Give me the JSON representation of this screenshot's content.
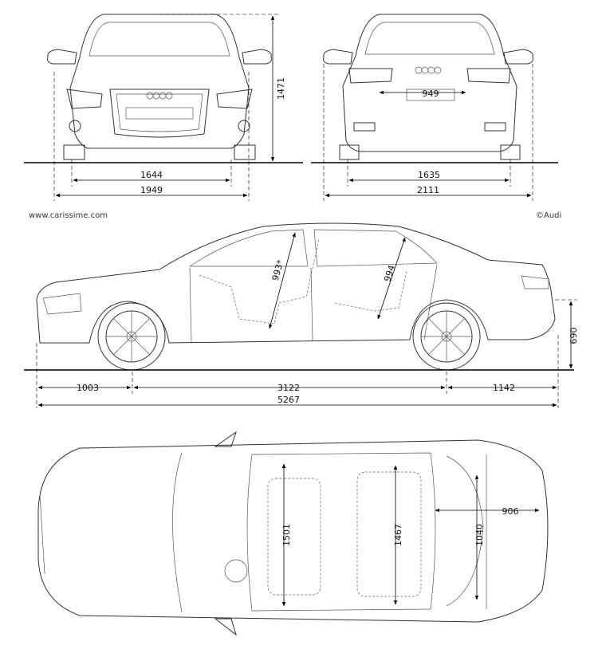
{
  "credits": {
    "website": "www.carissime.com",
    "copyright": "©Audi"
  },
  "front_view": {
    "height": "1471",
    "track": "1644",
    "width": "1949"
  },
  "rear_view": {
    "rear_window_width": "949",
    "track": "1635",
    "width_with_mirrors": "2111"
  },
  "side_view": {
    "front_headroom": "993*",
    "rear_headroom": "994",
    "ground_to_bumper": "690",
    "front_overhang": "1003",
    "wheelbase": "3122",
    "rear_overhang": "1142",
    "length": "5267"
  },
  "top_view": {
    "front_shoulder_width": "1501",
    "rear_shoulder_width": "1467",
    "trunk_length": "906",
    "trunk_width": "1040"
  },
  "colors": {
    "lines": "#333333",
    "dimension": "#000000",
    "background": "#ffffff"
  }
}
